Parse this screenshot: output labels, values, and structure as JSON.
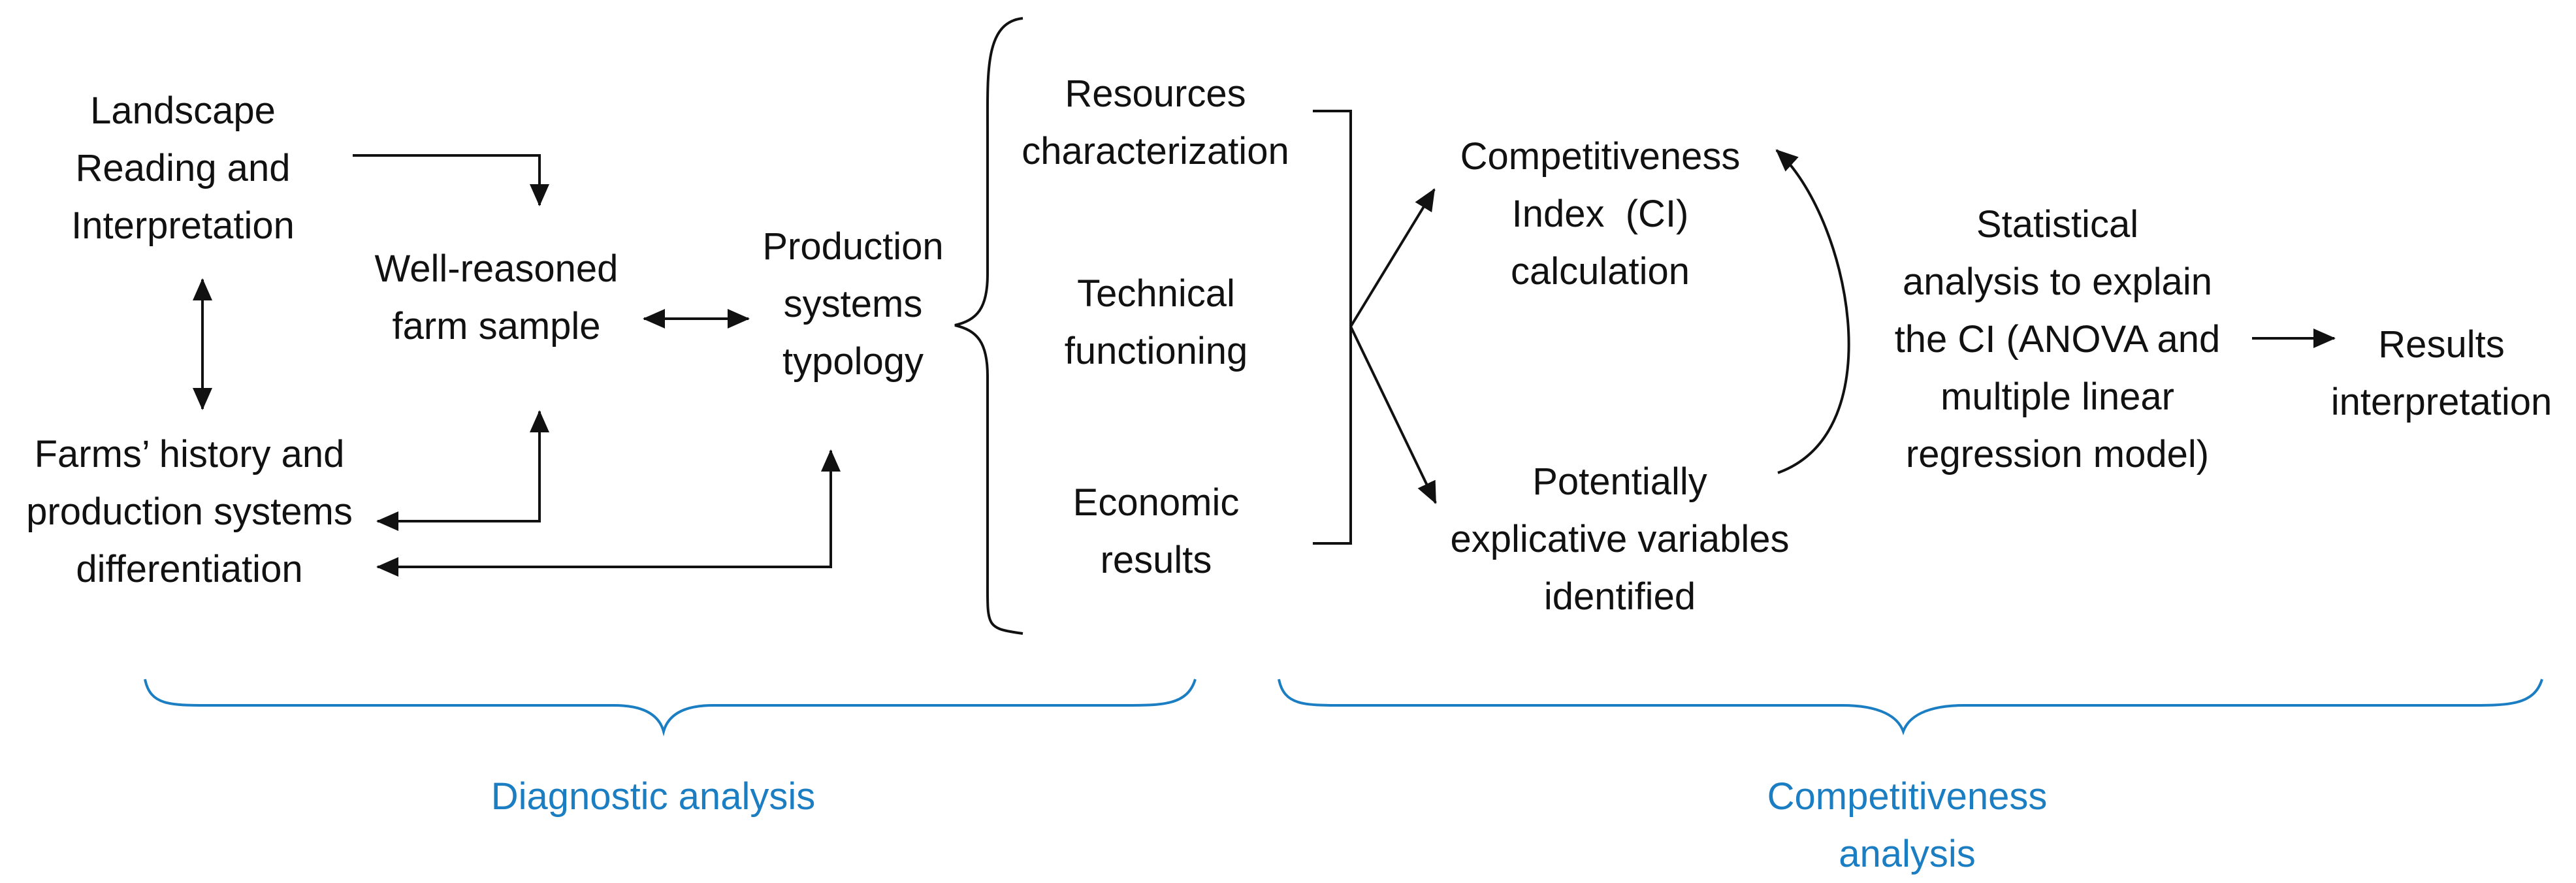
{
  "nodes": {
    "landscape": "Landscape\nReading and\nInterpretation",
    "farm_sample": "Well-reasoned\nfarm sample",
    "farms_history": "Farms’ history and\nproduction systems\ndifferentiation",
    "typology": "Production\nsystems\ntypology",
    "resources": "Resources\ncharacterization",
    "technical": "Technical\nfunctioning",
    "economic": "Economic\nresults",
    "ci_calc": "Competitiveness\nIndex  (CI)\ncalculation",
    "variables": "Potentially\nexplicative variables\nidentified",
    "statistical": "Statistical\nanalysis to explain\nthe CI (ANOVA and\nmultiple linear\nregression model)",
    "results": "Results\ninterpretation"
  },
  "phases": {
    "diagnostic": "Diagnostic analysis",
    "competitiveness": "Competitiveness\nanalysis"
  },
  "colors": {
    "text": "#111111",
    "lines": "#111111",
    "phase_accent": "#1b7ec2"
  }
}
